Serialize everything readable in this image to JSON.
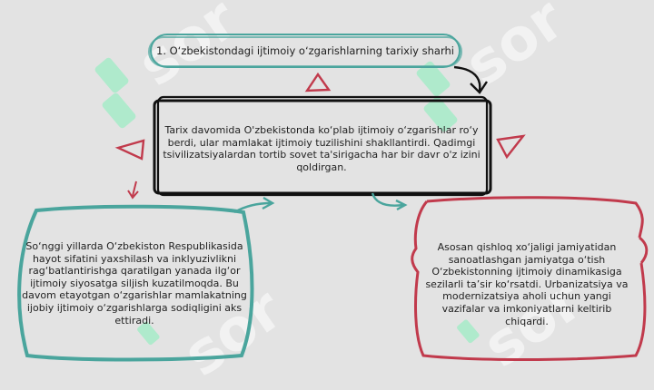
{
  "watermark": {
    "text": "sor",
    "icon": "watermark-logo-icon"
  },
  "colors": {
    "background": "#e3e3e3",
    "teal": "#4aa59d",
    "red": "#c13a4c",
    "black": "#111111",
    "watermark_green": "#a6ecc9"
  },
  "title_box": {
    "text": "1. O‘zbekistondagi ijtimoiy o‘zgarishlarning tarixiy sharhi"
  },
  "center_box": {
    "text": "Tarix davomida O'zbekistonda ko‘plab ijtimoiy o‘zgarishlar ro‘y berdi, ular mamlakat ijtimoiy tuzilishini shakllantirdi. Qadimgi tsivilizatsiyalardan tortib sovet ta'sirigacha har bir davr o'z izini qoldirgan."
  },
  "left_box": {
    "text": "So‘nggi yillarda O‘zbekiston Respublikasida hayot sifatini yaxshilash va inklyuzivlikni rag‘batlantirishga qaratilgan yanada ilg‘or ijtimoiy siyosatga siljish kuzatilmoqda. Bu davom etayotgan o‘zgarishlar mamlakatning ijobiy ijtimoiy o‘zgarishlarga sodiqligini aks ettiradi."
  },
  "right_box": {
    "text": "Asosan qishloq xo‘jaligi jamiyatidan sanoatlashgan jamiyatga o‘tish O‘zbekistonning ijtimoiy dinamikasiga sezilarli ta’sir ko‘rsatdi. Urbanizatsiya va modernizatsiya aholi uchun yangi vazifalar va imkoniyatlarni keltirib chiqardi."
  }
}
